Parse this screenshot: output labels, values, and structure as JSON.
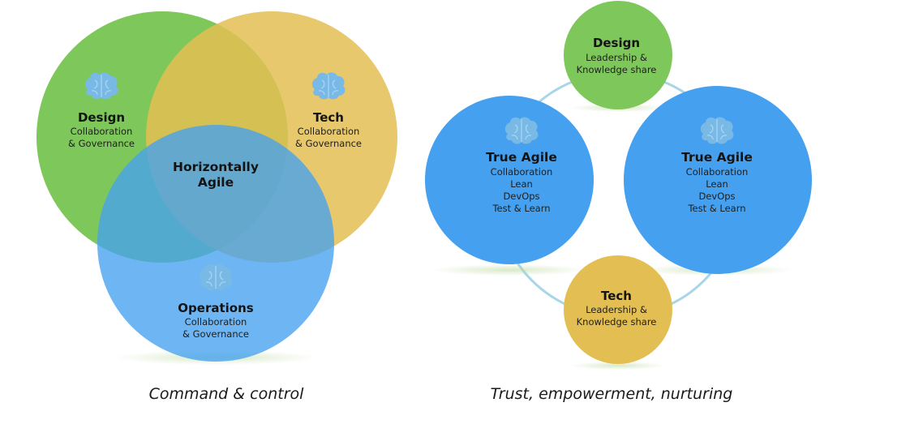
{
  "left_diagram": {
    "caption": "Command & control",
    "center": {
      "title_line1": "Horizontally",
      "title_line2": "Agile"
    },
    "design": {
      "title": "Design",
      "line1": "Collaboration",
      "line2": "& Governance",
      "icon": "brain-icon"
    },
    "tech": {
      "title": "Tech",
      "line1": "Collaboration",
      "line2": "& Governance",
      "icon": "brain-icon"
    },
    "operations": {
      "title": "Operations",
      "line1": "Collaboration",
      "line2": "& Governance",
      "icon": "brain-icon"
    }
  },
  "right_diagram": {
    "caption": "Trust, empowerment, nurturing",
    "design": {
      "title": "Design",
      "line1": "Leadership &",
      "line2": "Knowledge share"
    },
    "tech": {
      "title": "Tech",
      "line1": "Leadership &",
      "line2": "Knowledge share"
    },
    "agile_left": {
      "title": "True Agile",
      "items": [
        "Collaboration",
        "Lean",
        "DevOps",
        "Test & Learn"
      ],
      "icon": "brain-icon"
    },
    "agile_right": {
      "title": "True Agile",
      "items": [
        "Collaboration",
        "Lean",
        "DevOps",
        "Test & Learn"
      ],
      "icon": "brain-icon"
    }
  },
  "colors": {
    "green": "#7ec75a",
    "yellow": "#e3be52",
    "blue": "#45a1ef",
    "brain": "#79b9e6",
    "ring": "#a8d5e8"
  }
}
